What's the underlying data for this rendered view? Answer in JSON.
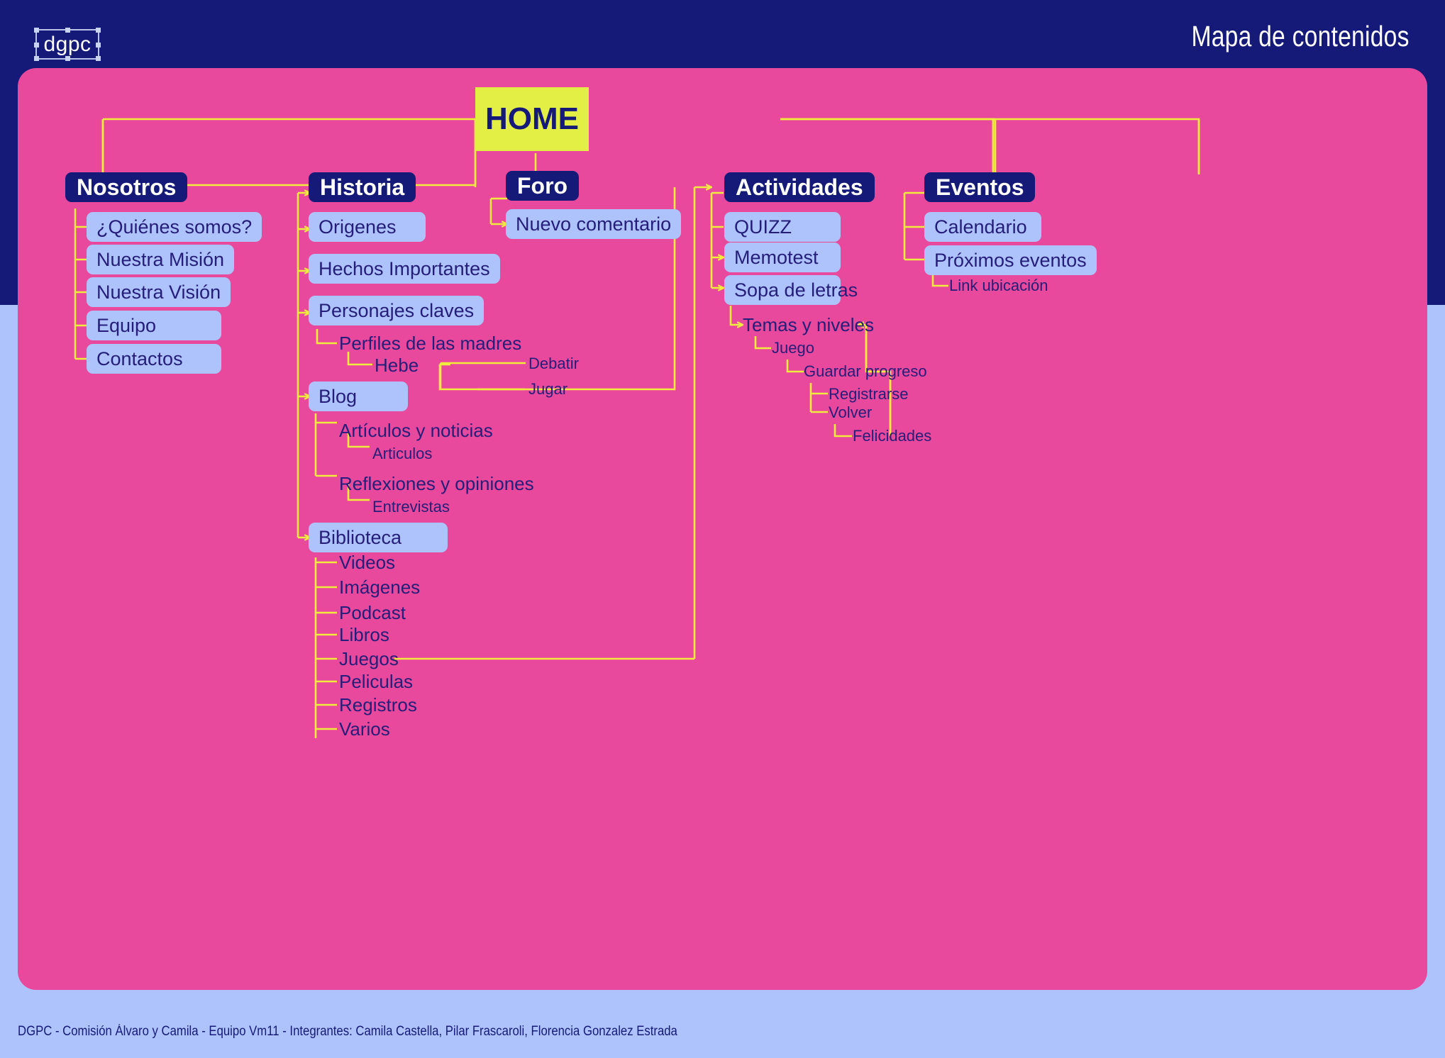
{
  "header": {
    "logo_text": "dgpc",
    "title": "Mapa de contenidos"
  },
  "footer": {
    "credits": "DGPC - Comisión Álvaro y Camila - Equipo Vm11 - Integrantes: Camila Castella, Pilar Frascaroli, Florencia Gonzalez Estrada"
  },
  "colors": {
    "header_navy": "#151a78",
    "canvas_pink": "#e8499c",
    "page_periwinkle": "#aec3fb",
    "home_yellow": "#e4ef45",
    "wire_yellow": "#f0ec3d",
    "node_navy": "#151a78",
    "node_light": "#aec3fb",
    "text_navy": "#251d7a"
  },
  "diagram": {
    "type": "sitemap-tree",
    "root": {
      "label": "HOME"
    },
    "sections": [
      {
        "id": "nosotros",
        "label": "Nosotros",
        "items": [
          {
            "label": "¿Quiénes somos?"
          },
          {
            "label": "Nuestra Misión"
          },
          {
            "label": "Nuestra Visión"
          },
          {
            "label": "Equipo"
          },
          {
            "label": "Contactos"
          }
        ]
      },
      {
        "id": "historia",
        "label": "Historia",
        "items": [
          {
            "label": "Origenes"
          },
          {
            "label": "Hechos Importantes"
          },
          {
            "label": "Personajes claves",
            "children": [
              {
                "label": "Perfiles de las madres",
                "children": [
                  {
                    "label": "Hebe",
                    "children": [
                      {
                        "label": "Debatir"
                      },
                      {
                        "label": "Jugar"
                      }
                    ]
                  }
                ]
              }
            ]
          },
          {
            "label": "Blog",
            "children": [
              {
                "label": "Artículos y noticias",
                "children": [
                  {
                    "label": "Articulos"
                  }
                ]
              },
              {
                "label": "Reflexiones y opiniones",
                "children": [
                  {
                    "label": "Entrevistas"
                  }
                ]
              }
            ]
          },
          {
            "label": "Biblioteca",
            "children": [
              {
                "label": "Videos"
              },
              {
                "label": "Imágenes"
              },
              {
                "label": "Podcast"
              },
              {
                "label": "Libros"
              },
              {
                "label": "Juegos"
              },
              {
                "label": "Peliculas"
              },
              {
                "label": "Registros"
              },
              {
                "label": "Varios"
              }
            ]
          }
        ]
      },
      {
        "id": "foro",
        "label": "Foro",
        "items": [
          {
            "label": "Nuevo comentario"
          }
        ]
      },
      {
        "id": "actividades",
        "label": "Actividades",
        "items": [
          {
            "label": "QUIZZ"
          },
          {
            "label": "Memotest"
          },
          {
            "label": "Sopa de letras"
          }
        ],
        "flow": [
          {
            "label": "Temas y niveles"
          },
          {
            "label": "Juego"
          },
          {
            "label": "Guardar progreso"
          },
          {
            "label": "Registrarse"
          },
          {
            "label": "Volver"
          },
          {
            "label": "Felicidades"
          }
        ]
      },
      {
        "id": "eventos",
        "label": "Eventos",
        "items": [
          {
            "label": "Calendario"
          },
          {
            "label": "Próximos eventos",
            "children": [
              {
                "label": "Link ubicación"
              }
            ]
          }
        ]
      }
    ]
  }
}
